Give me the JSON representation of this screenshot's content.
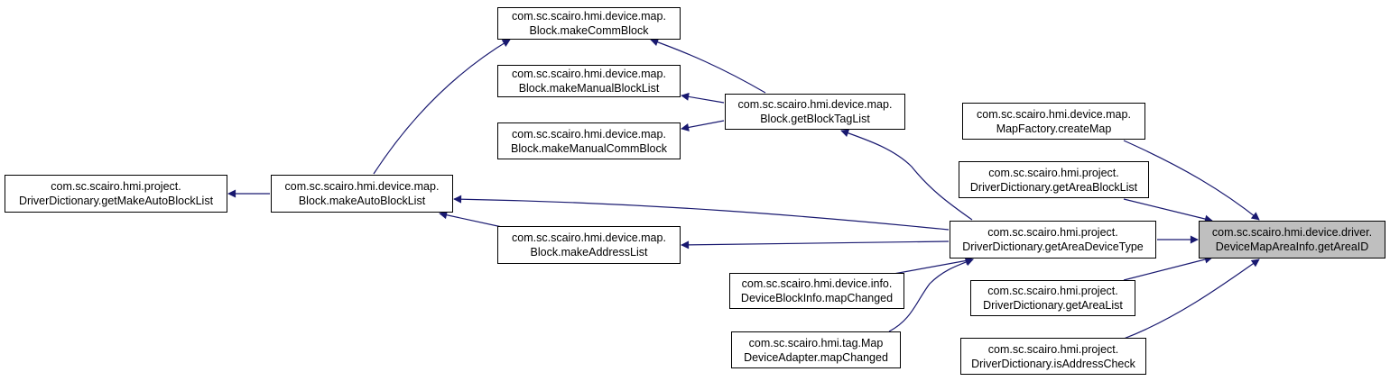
{
  "diagram": {
    "edge_color": "#191970",
    "focus_fill": "#bfbfbf",
    "nodes": {
      "make_comm_block": {
        "line1": "com.sc.scairo.hmi.device.map.",
        "line2": "Block.makeCommBlock"
      },
      "make_manual_block_list": {
        "line1": "com.sc.scairo.hmi.device.map.",
        "line2": "Block.makeManualBlockList"
      },
      "make_manual_comm_block": {
        "line1": "com.sc.scairo.hmi.device.map.",
        "line2": "Block.makeManualCommBlock"
      },
      "get_block_tag_list": {
        "line1": "com.sc.scairo.hmi.device.map.",
        "line2": "Block.getBlockTagList"
      },
      "get_make_auto_block_list": {
        "line1": "com.sc.scairo.hmi.project.",
        "line2": "DriverDictionary.getMakeAutoBlockList"
      },
      "make_auto_block_list": {
        "line1": "com.sc.scairo.hmi.device.map.",
        "line2": "Block.makeAutoBlockList"
      },
      "make_address_list": {
        "line1": "com.sc.scairo.hmi.device.map.",
        "line2": "Block.makeAddressList"
      },
      "device_block_info_map_changed": {
        "line1": "com.sc.scairo.hmi.device.info.",
        "line2": "DeviceBlockInfo.mapChanged"
      },
      "map_device_adapter_map_changed": {
        "line1": "com.sc.scairo.hmi.tag.Map",
        "line2": "DeviceAdapter.mapChanged"
      },
      "map_factory_create_map": {
        "line1": "com.sc.scairo.hmi.device.map.",
        "line2": "MapFactory.createMap"
      },
      "get_area_block_list": {
        "line1": "com.sc.scairo.hmi.project.",
        "line2": "DriverDictionary.getAreaBlockList"
      },
      "get_area_device_type": {
        "line1": "com.sc.scairo.hmi.project.",
        "line2": "DriverDictionary.getAreaDeviceType"
      },
      "get_area_list": {
        "line1": "com.sc.scairo.hmi.project.",
        "line2": "DriverDictionary.getAreaList"
      },
      "is_address_check": {
        "line1": "com.sc.scairo.hmi.project.",
        "line2": "DriverDictionary.isAddressCheck"
      },
      "get_area_id": {
        "line1": "com.sc.scairo.hmi.device.driver.",
        "line2": "DeviceMapAreaInfo.getAreaID"
      }
    }
  }
}
